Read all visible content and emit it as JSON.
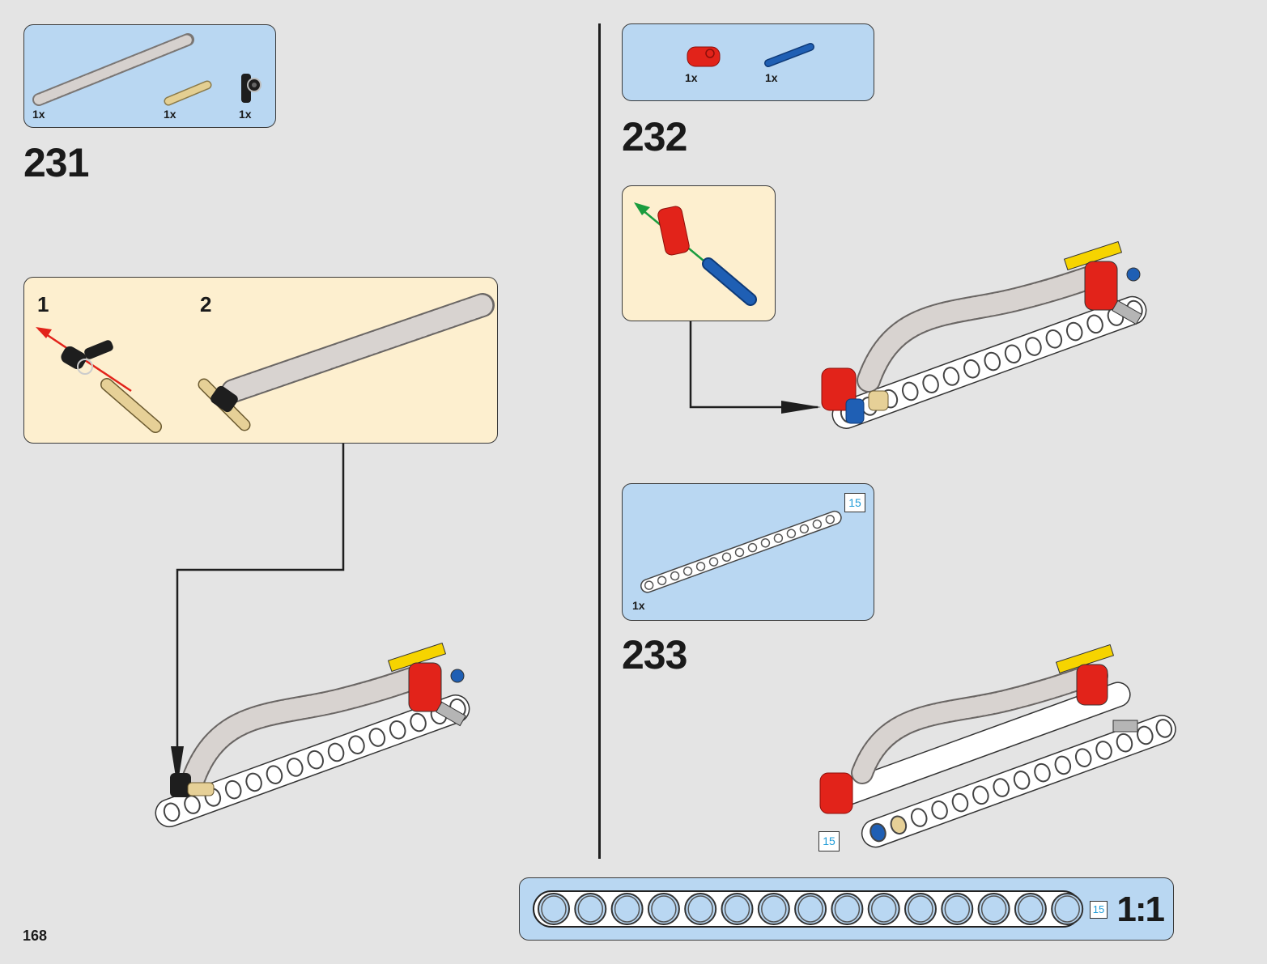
{
  "page": {
    "number": "168",
    "background_color": "#e4e4e4"
  },
  "colors": {
    "parts_box": "#b9d7f2",
    "sub_assembly_box": "#fdefcf",
    "length_badge_text": "#1e9bd7",
    "arrow_red": "#e2231a",
    "arrow_green": "#1a9c3e"
  },
  "steps": [
    {
      "number": "231",
      "parts": [
        {
          "name": "flexible-ribbed-hose",
          "color": "light-bluish-gray",
          "qty": "1x"
        },
        {
          "name": "long-pin-with-friction",
          "color": "tan",
          "qty": "1x"
        },
        {
          "name": "axle-pin-connector-perpendicular",
          "color": "black",
          "qty": "1x"
        }
      ],
      "sub_assembly": {
        "sub_steps": [
          {
            "number": "1",
            "arrow": "red"
          },
          {
            "number": "2"
          }
        ]
      }
    },
    {
      "number": "232",
      "parts": [
        {
          "name": "axle-pin-connector-perpendicular-double",
          "color": "red",
          "qty": "1x"
        },
        {
          "name": "long-pin-with-friction",
          "color": "blue",
          "qty": "1x"
        }
      ],
      "sub_assembly": {
        "arrow": "green"
      }
    },
    {
      "number": "233",
      "parts": [
        {
          "name": "technic-beam-15",
          "color": "white",
          "qty": "1x",
          "length": "15"
        }
      ],
      "length_callout": "15"
    }
  ],
  "scale_reference": {
    "label": "1:1",
    "length": "15",
    "holes": 15
  }
}
